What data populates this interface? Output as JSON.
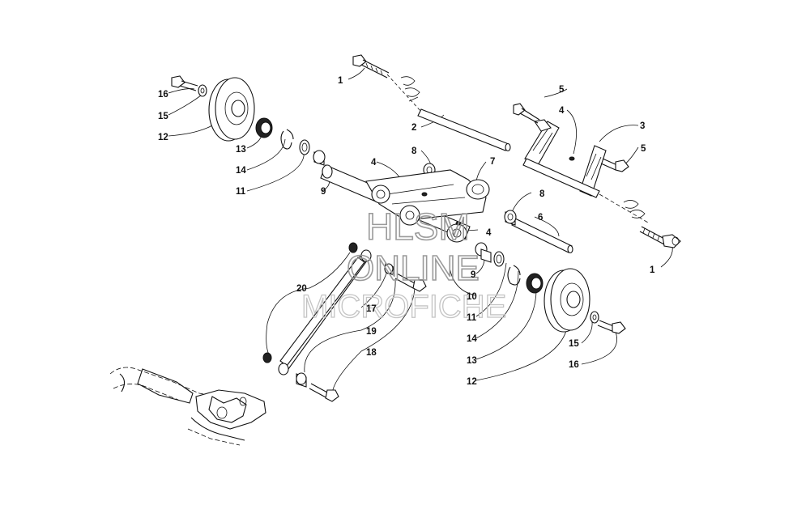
{
  "watermark": {
    "line1": "HLSM",
    "line2": "ONLINE",
    "line3": "MICROFICHE"
  },
  "labels": {
    "1": "1",
    "2": "2",
    "3": "3",
    "4": "4",
    "5": "5",
    "6": "6",
    "7": "7",
    "8": "8",
    "9": "9",
    "10": "10",
    "11": "11",
    "12": "12",
    "13": "13",
    "14": "14",
    "15": "15",
    "16": "16",
    "17": "17",
    "18": "18",
    "19": "19",
    "20": "20"
  }
}
